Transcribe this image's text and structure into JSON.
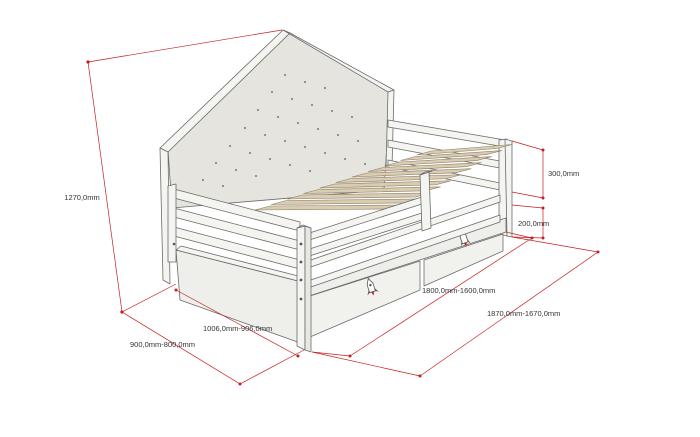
{
  "colors": {
    "dimension_line": "#c81e1e",
    "wood_frame": "#f4f4f1",
    "slat": "#d9ccb0",
    "headboard": "#e6e4df",
    "outline": "#6b6b6b",
    "text": "#333333"
  },
  "icons": {
    "drawer_left_decal": "rocket-icon",
    "drawer_right_decal": "rocket-icon"
  },
  "dimensions": {
    "total_height": "1270,0mm",
    "rail_height": "300,0mm",
    "drawer_height": "200,0mm",
    "inner_length": "1800,0mm-1600,0mm",
    "total_length": "1870,0mm-1670,0mm",
    "inner_width": "1006,0mm-906,0mm",
    "total_width": "900,0mm-800,0mm"
  }
}
